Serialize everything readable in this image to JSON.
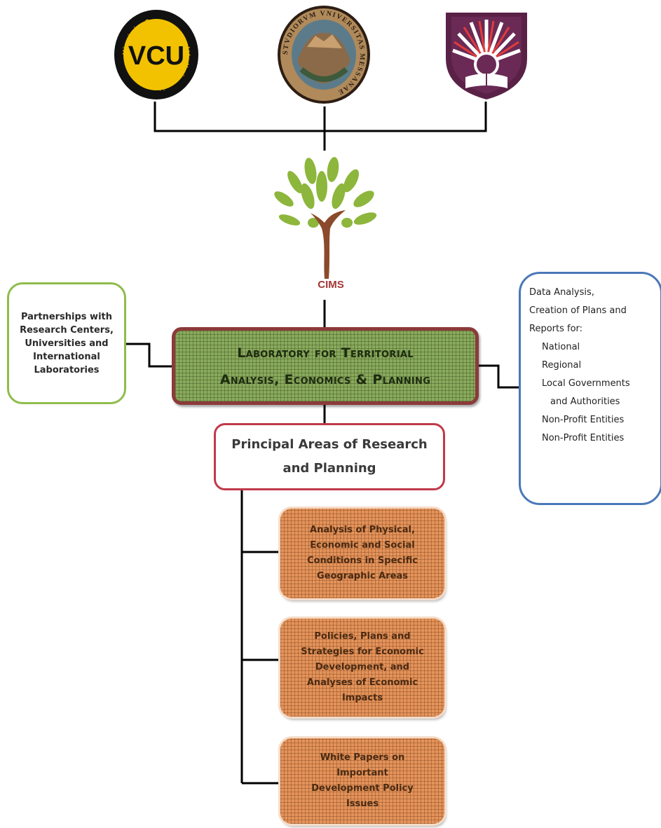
{
  "logos": {
    "vcu": {
      "text": "VCU",
      "ring_text": "Virginia Commonwealth University"
    },
    "messina": {
      "ring_text": "STVDIORVM VNIVERSITAS MESSANAE"
    },
    "cordoba": {}
  },
  "cims": {
    "label": "CIMS"
  },
  "partnerships": {
    "lines": [
      "Partnerships with",
      "Research Centers,",
      "Universities and",
      "International",
      "Laboratories"
    ]
  },
  "lab": {
    "line1": "Laboratory for  Territorial",
    "line2": "Analysis, Economics & Planning"
  },
  "services": {
    "intro": [
      "Data  Analysis,",
      "Creation of Plans and",
      "Reports for:"
    ],
    "items": [
      "National",
      "Regional",
      "Local Governments"
    ],
    "item_cont": "and Authorities",
    "items2": [
      "Non-Profit Entities",
      "Non-Profit Entities"
    ]
  },
  "principal": {
    "line1": "Principal Areas of Research",
    "line2": "and Planning"
  },
  "areas": [
    {
      "lines": [
        "Analysis of Physical,",
        "Economic and Social",
        "Conditions in Specific",
        "Geographic Areas"
      ]
    },
    {
      "lines": [
        "Policies, Plans and",
        "Strategies for Economic",
        "Development, and",
        "Analyses of Economic",
        "Impacts"
      ]
    },
    {
      "lines": [
        "White Papers on",
        "Important",
        "Development Policy",
        "Issues"
      ]
    }
  ],
  "colors": {
    "lab_fill": "#8aaa5c",
    "lab_border": "#8c3a3a",
    "partner_border": "#8fbc4c",
    "services_border": "#4a78b8",
    "principal_border": "#c0394a",
    "area_fill": "#e4935a",
    "tree_leaf": "#8db63c",
    "tree_trunk": "#8b4a2b",
    "vcu_yellow": "#f2c200"
  }
}
